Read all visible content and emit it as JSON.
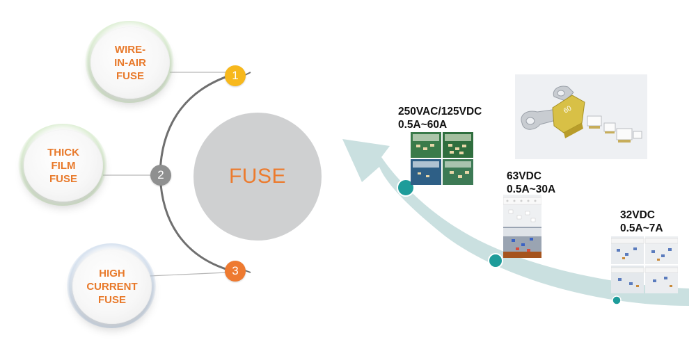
{
  "center_label": "FUSE",
  "types": [
    {
      "number": "1",
      "label": "WIRE-\nIN-AIR\nFUSE"
    },
    {
      "number": "2",
      "label": "THICK\nFILM\nFUSE"
    },
    {
      "number": "3",
      "label": "HIGH\nCURRENT\nFUSE"
    }
  ],
  "specs": [
    {
      "voltage": "250VAC/125VDC",
      "current": "0.5A~60A"
    },
    {
      "voltage": "63VDC",
      "current": "0.5A~30A"
    },
    {
      "voltage": "32VDC",
      "current": "0.5A~7A"
    }
  ],
  "colors": {
    "label_orange": "#e8792a",
    "badge_1": "#f7b81c",
    "badge_2": "#8f9090",
    "badge_3": "#ee7a30",
    "arrow_teal": "#c7dede",
    "dot_teal": "#1e9c9a"
  }
}
